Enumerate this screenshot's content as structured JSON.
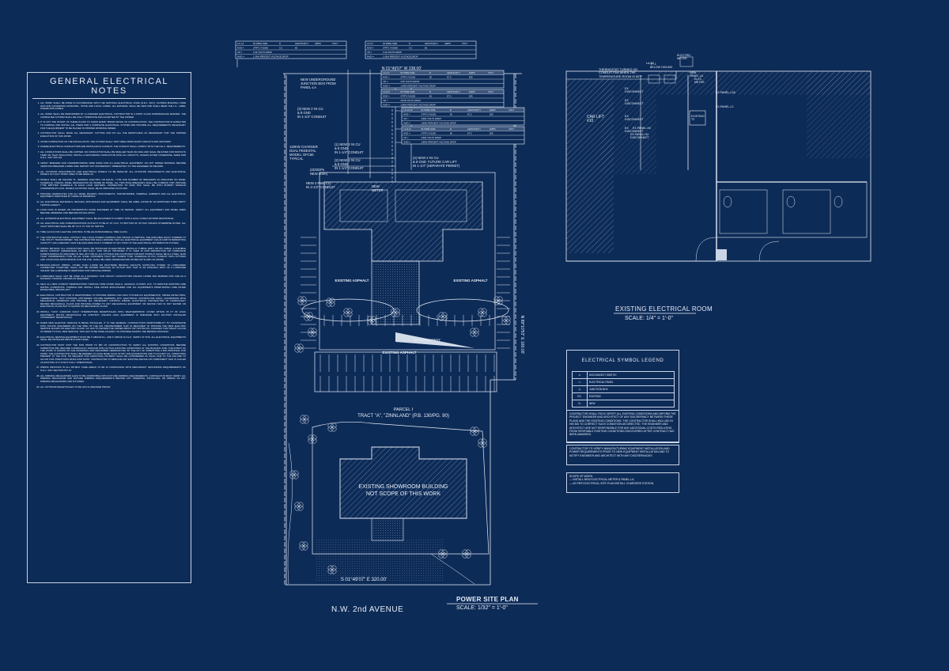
{
  "notes": {
    "title": "GENERAL ELECTRICAL NOTES",
    "items": [
      "ALL WORK SHALL BE DONE IN ACCORDANCE WITH THE NATIONAL ELECTRICAL CODE (N.E.C. 2017), FLORIDA BUILDING CODE 2020 AND GOVERNING MUNICIPAL, STATE AND LOCAL CODES. ALL MATERIAL SHALL BE NEW AND SHALL BEAR THE U.L. LABEL WHERE APPLICABLE.",
      "ALL WORK SHALL BE PERFORMED BY A LICENSED ELECTRICAL CONTRACTOR IN A FIRST CLASS WORKMANLIKE MANNER. THE COMPLETED SYSTEM SHALL BE FULLY OPERATIVE AND ACCEPTED BY THE OWNER.",
      "IT IS NOT THE INTENT OF THESE PLANS TO SHOW EVERY MINOR DETAIL OF CONSTRUCTION. THE CONTRACTOR IS EXPECTED TO FURNISH AND INSTALL ALL ITEMS FOR A COMPLETE ELECTRICAL SYSTEM AND PROVIDE ALL REQUIREMENTS NECESSARY FOR THE EQUIPMENT TO BE PLACED IN PROPER WORKING ORDER.",
      "CONTRACTOR SHALL MAKE ALL NECESSARY CUTTING AND DO ALL THE REPATCHING AS NECESSARY FOR THE PROPER EXECUTION OF THIS WORK.",
      "AFTER COMPLETION OF THE INSTALLATION, THE SYSTEM SHALL TEST FREE FROM SHORT CIRCUITS AND GROUNDS.",
      "WHERE ELECTRICAL CONDUCTORS ARE INSTALLED IN CONDUIT, THE CONDUIT SHALL COMPLY WITH THE N.E.C. REQUIREMENTS.",
      "ALL CONDUCTORS SHALL BE COPPER. NO CONDUCTOR SHALL BE SMALLER THAN #12 AWG AND SHALL BE RATED FOR 600VOLTS TEMP OR THAN INSULATION. INSTALL A GROUNDING CONDUCTOR WITH ALL CIRCUITS, UNLESS NOTED OTHERWISE, SIZED PER N.E.C. 2017 250-122.",
      "VERIFY BREAKER AND CORRESPONDING WIRE SIZES FOR ALL ELECTRICAL EQUIPMENT. DO NOT ORDER MATERIAL BEFORE VERIFYING BREAKER & WIRE SIZE. REPORT ANY DISCREPANCY IMMEDIATELY TO THE ENGINEER OF RECORD.",
      "ALL OUTDOOR DISCONNECTS AND ELECTRICAL PANELS TO BE NEMA-3R. ALL OUTDOOR DISCONNECTS AND ELECTRICAL PANELS IN A SALT SPRAY AREA TO BE NEMA-4X.",
      "PANELS SHALL BE SQUARE 'D', GENERAL ELECTRIC OR EQUAL, TYPE AND NUMBER OF BREAKERS AS INDICATED ON PANEL SCHEDULE. STENCIL PANEL DESIGNATION ON INSIDE OF PANEL. ALL TWO-POLE BREAKERS SHALL BE COMMON TRIP. PROVIDE TYPE WRITTEN SCHEDULE IN EACH LOAD CENTERS. CONNECTION TO MAIN BUS SHALL BE WITH BURNDY MAKE/AR COMPRESSION LUGS. PANELS AS RATING SHALL BE AS INDICATED ON PLANS.",
      "PROVIDE NAMEPLATES FOR ALL PANEL BOARDS, DISCONNECTS, TRANSFORMER, TERMINAL CABINETS AND ALL ELECTRICAL EQUIPMENT IDENTIFIED BY NAME ON DRAWINGS.",
      "ALL ELECTRICAL MATERIALS, DEVICES, APPLIANCES AND EQUIPMENT SHALL BE LABEL LISTED BY AN APPROVED THIRD PARTY TESTING AGENCY.",
      "LOAD DATA IS BASED ON INFORMATION GIVEN ENGINEER AT TIME OF DESIGN. VERIFY ALL EQUIPMENT AND PANEL SIZES BEFORE ORDERING AND BEFORE INSTALLATION.",
      "ALL EXTERIOR ELECTRICAL EQUIPMENT SHALL BE ANCHORED TO COMPLY WITH LOCAL CODE FOR WIND RESISTANCE.",
      "ALL ELECTRICAL AND COMMUNICATIONS OUTLETS TO BE AT 15\" A.F.F. TO BOTTOM OF OUTLET UNLESS OTHERWISE NOTED. ALL LIGHT SWITCHES SHALL BE 48\" A.F.F. TO TOP OF SWITCH.",
      "TIME CLOCK FOR LIGHTING CONTROL TO BE AN ASTRONOMICAL TIME CLOCK.",
      "THE CONTRACTOR SHALL CONTACT THE LOCAL POWER COMPANY AND OBTAIN, IN WRITING, THE AVAILABLE FAULT CURRENT AT THE UTILITY TRANSFORMER. THE CONTRACTOR SHALL ENSURE THAT ALL ELECTRICAL EQUIPMENT HAS AN AMP INTERRUPTING CAPACITY (AIC) GREATER THAN THE AVAILABLE FAULT CURRENT AT ANY POINT IN THE ELECTRICAL DISTRIBUTION SYSTEM.",
      "WIRING METHOD: ALL CONDUCTORS SHALL BE INSTALLED IN ELECTRICAL METALLIC TUBING (EMT) OR MC CABLE, & FLEXIBLE METAL CONDUIT (GREENFIELD) AS PER N.E.C. 2020 330-10. PROVIDED IT IS USED IN NON RESTRICTIVE OR CORROSIVE SURROUNDINGS AS SPECIFIED IN NEC 2017 330-10. ALL FITTINGS AND COUPLINGS FOR EMT CONDUIT SHALL BE ALL STEEL. RAIN TIGHT COMPRESSION TYPE OR ALL STEEL CONCRETE TIGHT SET SCREW TYPE. SCHEDULE 40 PVC CONDUIT, WITH FITTINGS AND COUPLINGS APPROPRIATE FOR THE USE, SHALL BE USED UNDERGROUND OR BELOW SLABS ON GRADE.",
      "BRANCH-CIRCUIT WIRING, OTHER THAN 2-WIRE OR MULTIWIRE BRANCH CIRCUITS SUPPLYING POWER TO LUMINAIRES CONNECTED TOGETHER, SHALL NOT BE PASSED THROUGH AN OUTLET BOX THAT IS AN INTEGRAL PART OF A LUMINAIRE UNLESS THE LUMINAIRE IS IDENTIFIED FOR THROUGH-WIRING.",
      "LUMINAIRES SHALL NOT BE USED AS A RACEWAY FOR CIRCUIT CONDUCTORS UNLESS LISTED AND MARKED FOR USE AS A RACEWAY. FRANCE J-BOXES AS REQUIRED.",
      "SEAL ALL NEW CONDUIT PENETRATIONS THROUGH FIRE RATED WALLS, CEILINGS, FLOORS, ETC. TO MAINTAIN EXISTING FIRE RATING CONDITIONS. FURNISH AND INSTALL FIRE RATED ENCLOSURES FOR ALL EQUIPMENTS PENETRATING FIRE RATED ENVELOPES, SPACES, ECT.",
      "ELECTRICAL CONTRACTOR IS RESPONSIBLE TO PROVIDE WIRING FOR HVAC SYSTEM A/C EQUIPMENT(S), SMOKE DETECTORS, THERMOSTATS, TEST STATIONS, MOTORIZED VOLUME DAMPERS, ETC. ELECTRICAL CONTRACTOR SHALL COORDINATE WITH MECHANICAL DRAWINGS AND PROVIDE ALL NECESSARY CONTROL WIRING. ELECTRICAL CONTRACTOR TO THOROUGHLY REVIEW MECHANICAL PLANS AND PROVIDE POWER TO ANY MECHANICAL EQUIPMENT OR DEVICE THAT IS NOT SHOWN ON ELECTRICAL PLANS BUT IS SHOWN ON MECHANICAL PLANS.",
      "INSTALL \"GFCI\" (GROUND FAULT INTERRUPTER) RECEPTACLES WITH WEATHERPROOF COVER WITHIN 25 FT OF HVAC EQUIPMENT, MOUNT RECEPTACLE ON UNISTRUT (UNLESS HVAC EQUIPMENT IS SPECIFIED WITH FACTORY INSTALLED CONVENIENT RECEPTACLE).",
      "WHEN NEW ELECTRIC SERVICE IS BEING INSTALLED, IT IS THE GENERAL CONTRACTOR'S RESPONSIBILITY TO COORDINATE WITH FPL/FPL ENGINEERS ON THE SIDE OF THE FPL TRANSFORMER THAT IS REQUIRED TO PROVIDE THE NEW ELECTRIC SERVICE SHOWN ON ELECTRIC PLANS. GC HAS TO INFORM THE OWNER ABOUT ANY EXTRA FPL CHARGES THAT MIGHT OCCUR IN ORDER TO PULL NEW SERVICE. THIS HAS TO BE DONE AS EARLY AS POSSIBLE DURING THE BIDDING PROCESS.",
      "ELECTRICAL SERVICE EQUIPMENT MUST BE 3' ABOVE M.L. AND 6' ABOVE N.V.G.D. VERIFY AT SITE. ALL ELECTRICAL EQUIPMENTS SHALL BE INSTALLED ABOVE FLOOD LEVEL.",
      "CONTRACTOR MUST VISIT THE SITE PRIOR TO BID OF CONSTRUCTION TO VERIFY ALL EXISTING CONDITIONS. BEFORE SUBMITTING BID, BECOME THOROUGHLY FAMILIAR WITH ACTUAL EXISTING CONDITIONS AT THE BUILDING SITE. THE INTENT OF THE WORK IS SHOWN ON THE DRAWINGS AND DESCRIBED HEREINAFTER. BY THE ACT OF SUBMITTING A BID PROPOSAL FOR WORK, THE CONTRACTOR SHALL BE DEEMED TO HAVE MADE SUCH STUDY AND EXAMINATION AND TO ACCEPT ALL CONDITIONS PRESENT AT THE SITE. NO REQUEST FOR ADDITIONAL PAYMENT SHALL BE CONSIDERED AS VALID, DUE TO THE FAILURE TO ALLOW FOR CONDITIONS WHICH MAY EXIST. CONTRACTOR TO REPLACE ANY EXISTING DEVICE OR COMPONENT THAT IS CALLED AS EXISTING IF IT IS NOT FULLY OPERATIONAL.",
      "WIRING METHODS IN ALL PATIENT CARE AREAS TO BE IN COMPLIANCE WITH REDUNDANT GROUNDING REQUIREMENTS OF N.E.C. 2017 SECTION 517.13.",
      "ALL DIMMING MECHANISMS HAVE TO BE COMPATIBLE WITH FIXTURE DIMMING REQUIREMENTS. CONTRACTOR MUST VERIFY ALL DIMMING MECHANISM AND FIXTURE DIMMING REQUIREMENTS BEFORE ANY ORDERING, INSTALLING, OR WIRING OF ANY DIMMING MECHANISMS AND FIXTURES.",
      "ALL OUTDOOR RECEPTACLES TO BE GFCI & WEATHER PROOF."
    ]
  },
  "site_plan": {
    "title": "POWER SITE PLAN",
    "scale": "SCALE: 1/32\" = 1'-0\"",
    "street": "N.W. 2nd AVENUE",
    "bearing_top": "N 01°49'07\" W 238.00'",
    "bearing_bottom": "S 01°49'07\" E 320.00'",
    "bearing_right": "N 89°10'53\" E 180.00'",
    "asphalt_left": "EXISTING ASPHALT",
    "asphalt_right": "EXISTING ASPHALT",
    "asphalt_bottom": "EXISTING ASPHALT",
    "walkway": "NEW WALKWAY",
    "parcel": "PARCEL I",
    "tract": "TRACT \"A\", \"ZINNLAND\" (P.B. 130/PG. 90)",
    "showroom_line1": "EXISTING SHOWROOM BUILDING",
    "showroom_line2": "NOT SCOPE OF THIS WORK",
    "junction_note": "NEW UNDERGROUND\nJUNCTION BOX FROM\nPANEL-LA",
    "conduit_note_1": "(3) NEW 2 #4 CU\n& 8 GND\nIN 1-1/4\" CONDUIT",
    "conduit_note_2": "(1) NEW 2 #4 CU\n& 8 GND\nIN 1-1/4\" CONDUIT",
    "conduit_note_3": "(2) NEW 2 #4 CU\n& 8 GND\nIN 1-1/4\" CONDUIT",
    "conduit_note_4": "NEW 4 #500 CU\nIN 3-1/2\" CONDUIT",
    "carlift_note": "(4) NEW 2 #4 CU\n& 8 GND  FUTURE CAR LIFT\nIN 1-1/4\" (SEPARATE PERMIT)",
    "charger_note": "120KW CHARGER\nDUAL PEDESTAL\nMODEL: DFC50\nTYPICAL",
    "disconnect_note": "(2D/2DPs\nNEW 400A)",
    "meter_note": "NEW\nMETER"
  },
  "vd_tables": [
    {
      "headers": [
        "LA-1,3",
        "#4 WIRE SIZE",
        "R",
        "LENGTH(FT)",
        "AMPS",
        "VOLT"
      ],
      "rows": [
        [
          "NVD =",
          "2*PF*L*V/1000",
          "3.2",
          "60",
          "",
          ""
        ],
        [
          "VD =",
          "3.42 VOLTS DROP"
        ],
        [
          "%VD =",
          "1.06% PERCENT VOLTAGE DROP"
        ]
      ]
    },
    {
      "headers": [
        "LA-5,7",
        "#4 WIRE SIZE",
        "R",
        "LENGTH(FT)",
        "AMPS",
        "VOLT"
      ],
      "rows": [
        [
          "NVD =",
          "2*PF*L*V/1000",
          "3.2",
          "60",
          "",
          ""
        ],
        [
          "VD =",
          "3.42 VOLTS DROP"
        ],
        [
          "%VD =",
          "1.06% PERCENT VOLTAGE DROP"
        ]
      ]
    },
    {
      "headers": [
        "LA-2,4",
        "#4 WIRE SIZE",
        "R",
        "LENGTH(FT)",
        "AMPS",
        "VOLT"
      ],
      "rows": [
        [
          "NVD =",
          "2*PF*L*V/1000",
          "60",
          "87.0",
          "208"
        ],
        [
          "VD =",
          "3.55 VOLTS DROP"
        ],
        [
          "%VD =",
          "1.48% PERCENT VOLTAGE DROP"
        ]
      ]
    },
    {
      "headers": [
        "LA-6,8",
        "#4 WIRE SIZE",
        "R",
        "LENGTH(FT)",
        "AMPS",
        "VOLT"
      ],
      "rows": [
        [
          "NVD =",
          "2*PF*L*V/1000",
          "60",
          "87.0",
          "208"
        ],
        [
          "VD =",
          "3.878 VOLTS DROP"
        ],
        [
          "%VD =",
          "1.86% PERCENT VOLTAGE DROP"
        ]
      ]
    },
    {
      "headers": [
        "LA-10,12",
        "#4 WIRE SIZE",
        "R",
        "LENGTH(FT)",
        "AMPS",
        "VOLT"
      ],
      "rows": [
        [
          "NVD =",
          "2*PF*L*V/1000",
          "60",
          "87.0",
          "208"
        ],
        [
          "VD =",
          "3.884 VOLTS DROP"
        ],
        [
          "%VD =",
          "1.86% PERCENT VOLTAGE DROP"
        ]
      ]
    },
    {
      "headers": [
        "LA-9,11",
        "#4 WIRE SIZE",
        "R",
        "LENGTH(FT)",
        "AMPS",
        "VOLT"
      ],
      "rows": [
        [
          "NVD =",
          "2*PF*L*V/1000",
          "60",
          "87.0",
          "208"
        ],
        [
          "VD =",
          "3.884 VOLTS DROP"
        ],
        [
          "%VD =",
          "1.86% PERCENT VOLTAGE DROP"
        ]
      ]
    }
  ],
  "room_plan": {
    "title": "EXISTING ELECTRICAL ROOM",
    "scale": "SCALE: 1/4\" = 1'-0\"",
    "car_lift": "CAR LIFT\n#10",
    "thermostat_note": "THERMOSTAT TURNED ON\nCONDUIT FAN WHEN THE\nTEMPERATURE ROOM IS 85°F",
    "labels": [
      "LA-13",
      "TF-1\nBELOW CEILING",
      "ELECTRIC\nMETER",
      "ELEC.\nMETER",
      "NEW\nPANEL-LA",
      "EX\nDISCONNECT",
      "EX\nDISCONNECT",
      "EX\nDISCONNECT",
      "EX\nDISCONNECT",
      "EX.PANEL-L2A",
      "EX.PANEL-L2",
      "EX.PANEL-H2",
      "EX.PANEL-H2\nDISCONNECT",
      "EXISTING\nT2"
    ]
  },
  "legend": {
    "title": "ELECTRICAL SYMBOL LEGEND",
    "rows": [
      {
        "symbol": "⊡",
        "label": "DISCONNECT SWITCH"
      },
      {
        "symbol": "▭",
        "label": "ELECTRICAL PANEL"
      },
      {
        "symbol": "◎",
        "label": "JUNCTION BOX"
      },
      {
        "symbol": "EX.",
        "label": "EXISTING"
      },
      {
        "symbol": "N.",
        "label": "NEW"
      }
    ]
  },
  "notes_boxes": {
    "contractor_verify": "CONTRACTOR SHALL FIELD VERIFY ALL EXISTING CONDITIONS AND INFORM THE PROJECT ENGINEER AND ARCHITECT OF ANY DISCREPANCY BETWEEN THESE PLANS AND THE EXISTING CONDITIONS. THE CONTRACTOR SHALL INCLUDE IN HIS BID TO CORRECT SUCH CONDITION AS DIRECTED. THE ENGINEER AND ARCHITECT ARE NOT RESPONSIBLE FOR ANY ADDITIONAL COSTS RESULTING FROM VERIFIABLE EXISTING CONDITIONS DISCOVERED AFTER CONTRACT HAS BEEN AWARDED.",
    "manufacturing": "CONTRACTOR TO VERIFY MANUFACTURING EQUIPMENT INSTALLATION AND POWER REQUIREMENTS PRIOR TO NEW EQUIPMENT INSTALLATION AND TO NOTIFY ENGINEER AND ARCHITECT WITH ANY DISCREPANCIES",
    "scope_title": "SCOPE OF WORK:",
    "scope_1": "— INSTALL NEW ELECTRICAL METER & PANEL-LA.",
    "scope_2": "— AS PER ELECTRICAL SITE PLAN INSTALL CHARGERS STATION."
  },
  "colors": {
    "background": "#0d2b57",
    "line": "#e8eef8",
    "hatch": "#8ea4c6"
  }
}
